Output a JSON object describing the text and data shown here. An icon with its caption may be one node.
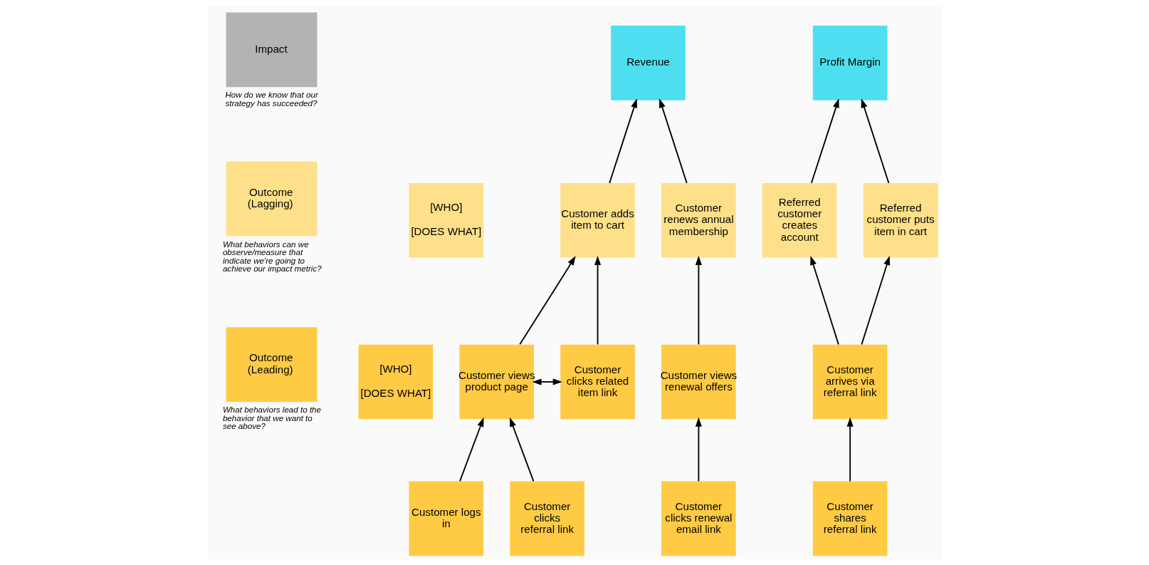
{
  "diagram": {
    "nodes": [
      {
        "text": [
          "Impact"
        ],
        "beside": [
          "How do we know that our strategy has succeeded?"
        ]
      },
      {
        "text": [
          "Outcome (Lagging)"
        ],
        "beside": [
          "What behaviors can we observe/measure that indicate we're going to achieve our impact metric?"
        ]
      },
      {
        "text": [
          "[WHO]",
          "[DOES WHAT]"
        ]
      },
      {
        "text": [
          "Outcome (Leading)"
        ],
        "beside": [
          "What behaviors lead to the behavior that we want to see above?"
        ]
      },
      {
        "text": [
          "[WHO]",
          "[DOES WHAT]"
        ]
      },
      {
        "text": [
          "Revenue"
        ]
      },
      {
        "text": [
          "Profit Margin"
        ]
      },
      {
        "text": [
          "Customer adds item to cart"
        ]
      },
      {
        "text": [
          "Customer renews annual membership"
        ]
      },
      {
        "text": [
          "Referred customer creates account"
        ]
      },
      {
        "text": [
          "Referred customer puts item in cart"
        ]
      },
      {
        "text": [
          "Customer views product page"
        ]
      },
      {
        "text": [
          "Customer clicks related item link"
        ]
      },
      {
        "text": [
          "Customer views renewal offers"
        ]
      },
      {
        "text": [
          "Customer arrives via referral link"
        ]
      },
      {
        "text": [
          "Customer logs in"
        ]
      },
      {
        "text": [
          "Customer clicks referral link"
        ]
      },
      {
        "text": [
          "Customer clicks renewal email link"
        ]
      },
      {
        "text": [
          "Customer shares referral link"
        ]
      }
    ],
    "edges": [
      {
        "from": 7,
        "to": 5,
        "arrow": "to"
      },
      {
        "from": 8,
        "to": 5,
        "arrow": "to"
      },
      {
        "from": 9,
        "to": 6,
        "arrow": "to"
      },
      {
        "from": 10,
        "to": 6,
        "arrow": "to"
      },
      {
        "from": 11,
        "to": 7,
        "arrow": "to"
      },
      {
        "from": 12,
        "to": 7,
        "arrow": "to"
      },
      {
        "from": 11,
        "to": 12,
        "arrow": "both"
      },
      {
        "from": 13,
        "to": 8,
        "arrow": "to"
      },
      {
        "from": 14,
        "to": 9,
        "arrow": "to"
      },
      {
        "from": 14,
        "to": 10,
        "arrow": "to"
      },
      {
        "from": 15,
        "to": 11,
        "arrow": "to"
      },
      {
        "from": 16,
        "to": 11,
        "arrow": "to"
      },
      {
        "from": 17,
        "to": 13,
        "arrow": "to"
      },
      {
        "from": 18,
        "to": 14,
        "arrow": "to"
      }
    ]
  }
}
